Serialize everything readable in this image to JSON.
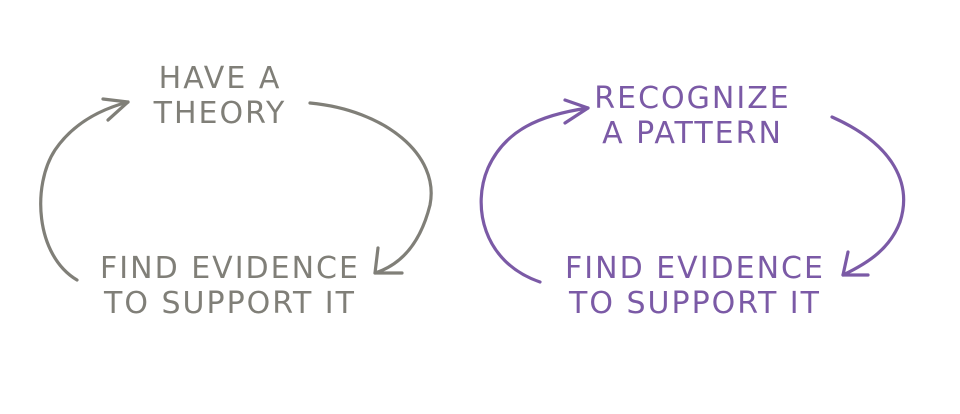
{
  "colors": {
    "left": "#807f78",
    "right": "#7b5aa6"
  },
  "left_cycle": {
    "top_label": [
      "Have a",
      "Theory"
    ],
    "bottom_label": [
      "Find evidence",
      "to support it"
    ]
  },
  "right_cycle": {
    "top_label": [
      "Recognize",
      "a pattern"
    ],
    "bottom_label": [
      "Find evidence",
      "to support it"
    ]
  }
}
